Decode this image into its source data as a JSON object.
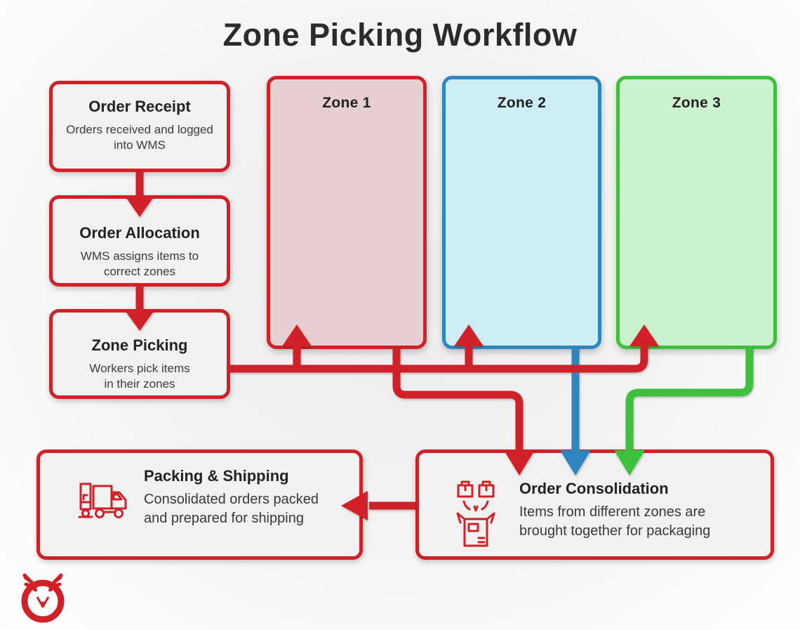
{
  "title": "Zone Picking Workflow",
  "process_steps": [
    {
      "title": "Order Receipt",
      "description": "Orders received and logged\ninto WMS"
    },
    {
      "title": "Order Allocation",
      "description": "WMS assigns items to\ncorrect zones"
    },
    {
      "title": "Zone Picking",
      "description": "Workers pick items\nin their zones"
    }
  ],
  "zones": [
    {
      "label": "Zone 1",
      "fill": "#e6ced1",
      "border": "#cf2127",
      "arrow_in_color": "#cf2127",
      "arrow_out_color": "#cf2127"
    },
    {
      "label": "Zone 2",
      "fill": "#cdeef5",
      "border": "#2e86c1",
      "arrow_in_color": "#cf2127",
      "arrow_out_color": "#2e86c1"
    },
    {
      "label": "Zone 3",
      "fill": "#cbf2ce",
      "border": "#3ec03c",
      "arrow_in_color": "#cf2127",
      "arrow_out_color": "#3ec03c"
    }
  ],
  "outputs": {
    "consolidation": {
      "title": "Order Consolidation",
      "description": "Items from different zones are\nbrought together for packaging"
    },
    "shipping": {
      "title": "Packing & Shipping",
      "description": "Consolidated orders packed\nand prepared for shipping"
    }
  },
  "icons": {
    "consolidation_icon": "open-box-receiving-packages",
    "shipping_icon": "delivery-truck-with-packages",
    "logo": "deer-head-antlers-in-circle"
  },
  "colors": {
    "accent_red": "#cf2127",
    "accent_blue": "#2e86c1",
    "accent_green": "#3ec03c",
    "box_fill": "#f2f1f1",
    "heading_text": "#242122",
    "body_text": "#3d3a3b",
    "title_text": "#2d2a2b"
  }
}
